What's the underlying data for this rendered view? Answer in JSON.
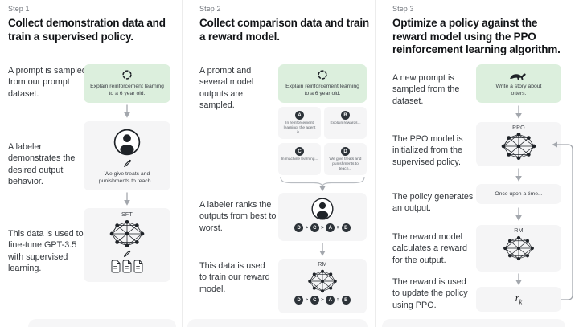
{
  "colors": {
    "background": "#ffffff",
    "prompt_box_green": "#dcefdd",
    "node_box_gray": "#f5f5f6",
    "badge_dark": "#2d3339",
    "arrow_gray": "#a3a7ad",
    "title_text": "#121417"
  },
  "icons": {
    "sampling": "dashed-circle-sample-icon",
    "labeler": "person-in-circle-icon",
    "pen": "pen-icon",
    "network": "neural-network-graph-icon",
    "documents": "three-documents-icon",
    "otter": "otter-silhouette-icon",
    "arrow": "down-arrow-icon",
    "brace": "curly-brace-down-icon",
    "loop": "feedback-loop-arrow-icon"
  },
  "step1": {
    "label": "Step 1",
    "title": "Collect demonstration data and train a supervised policy.",
    "captions": {
      "prompt": "A prompt is sampled from our prompt dataset.",
      "labeler": "A labeler demonstrates the desired output behavior.",
      "finetune": "This data is used to fine-tune GPT-3.5 with supervised learning."
    },
    "prompt_box_text": "Explain reinforcement learning to a 6 year old.",
    "labeler_box_text": "We give treats and punishments to teach...",
    "sft_label": "SFT"
  },
  "step2": {
    "label": "Step 2",
    "title": "Collect comparison data and train a reward model.",
    "captions": {
      "sampled": "A prompt and several model outputs are sampled.",
      "ranks": "A labeler ranks the outputs from best to worst.",
      "train": "This data is used to train our reward model."
    },
    "prompt_box_text": "Explain reinforcement learning to a 6 year old.",
    "outputs": [
      {
        "letter": "A",
        "text": "In reinforcement learning, the agent is..."
      },
      {
        "letter": "B",
        "text": "Explain rewards..."
      },
      {
        "letter": "C",
        "text": "In machine learning..."
      },
      {
        "letter": "D",
        "text": "We give treats and punishments to teach..."
      }
    ],
    "ranking": {
      "items": [
        "D",
        "C",
        "A",
        "B"
      ],
      "separators": [
        ">",
        ">",
        "="
      ]
    },
    "rm_label": "RM"
  },
  "step3": {
    "label": "Step 3",
    "title": "Optimize a policy against the reward model using the PPO reinforcement learning algorithm.",
    "captions": {
      "new_prompt": "A new prompt is sampled from the dataset.",
      "ppo_init": "The PPO model is initialized from the supervised policy.",
      "generates": "The policy generates an output.",
      "reward_calc": "The reward model calculates a reward for the output.",
      "update": "The reward is used to update the policy using PPO."
    },
    "prompt_box_text": "Write a story about otters.",
    "ppo_label": "PPO",
    "output_box_text": "Once upon a time...",
    "reward_box": {
      "base": "r",
      "sub": "k"
    }
  }
}
